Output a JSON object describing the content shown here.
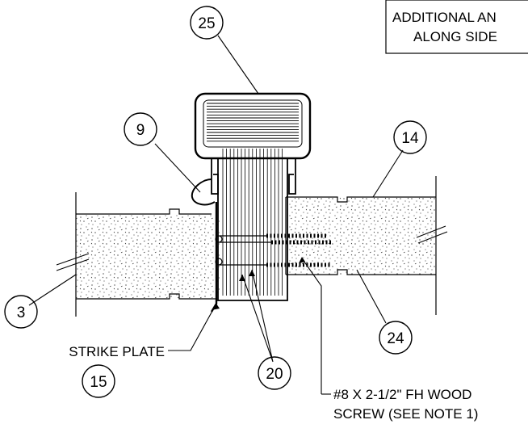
{
  "note_box": {
    "line1": "ADDITIONAL AN",
    "line2": "ALONG SIDE"
  },
  "callouts": [
    {
      "id": "callout-25",
      "number": "25"
    },
    {
      "id": "callout-9",
      "number": "9"
    },
    {
      "id": "callout-14",
      "number": "14"
    },
    {
      "id": "callout-3",
      "number": "3"
    },
    {
      "id": "callout-24",
      "number": "24"
    },
    {
      "id": "callout-20",
      "number": "20"
    },
    {
      "id": "callout-15",
      "number": "15"
    }
  ],
  "labels": {
    "strike_plate": "STRIKE PLATE",
    "screw_line1": "#8 X 2-1/2\" FH WOOD",
    "screw_line2": "SCREW (SEE NOTE 1)"
  }
}
